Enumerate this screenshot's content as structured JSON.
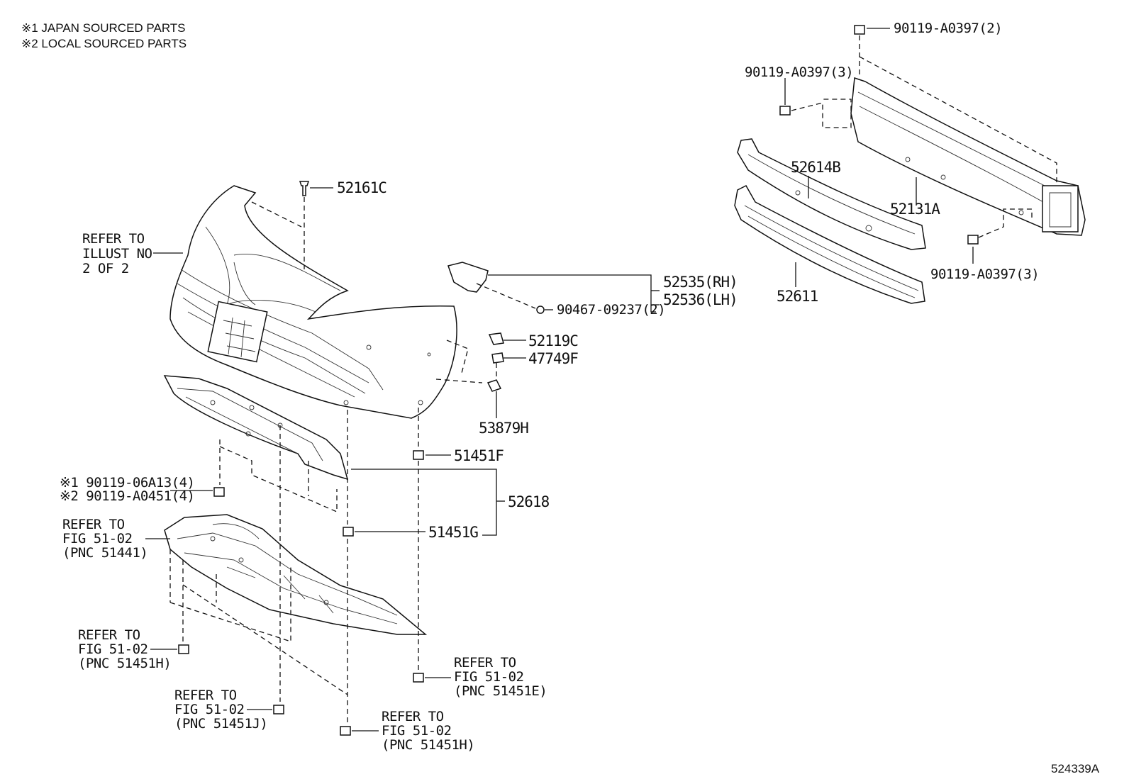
{
  "notes": {
    "n1": "※1 JAPAN SOURCED PARTS",
    "n2": "※2 LOCAL SOURCED PARTS"
  },
  "illustration_number": "524339A",
  "parts": {
    "p52161C": "52161C",
    "p52535": "52535(RH)",
    "p52536": "52536(LH)",
    "p90467": "90467-09237(2)",
    "p52119C": "52119C",
    "p47749F": "47749F",
    "p53879H": "53879H",
    "p51451F": "51451F",
    "p52618": "52618",
    "p51451G": "51451G",
    "p90119_06A13": "※1 90119-06A13(4)",
    "p90119_A0451": "※2 90119-A0451(4)",
    "p90119_top": "90119-A0397(2)",
    "p90119_left": "90119-A0397(3)",
    "p90119_right": "90119-A0397(3)",
    "p52614B": "52614B",
    "p52131A": "52131A",
    "p52611": "52611"
  },
  "refs": {
    "illust": [
      "REFER TO",
      "ILLUST NO",
      "2 OF 2"
    ],
    "r51441": [
      "REFER TO",
      "FIG 51-02",
      "(PNC 51441)"
    ],
    "r51451H_a": [
      "REFER TO",
      "FIG 51-02",
      "(PNC 51451H)"
    ],
    "r51451J": [
      "REFER TO",
      "FIG 51-02",
      "(PNC 51451J)"
    ],
    "r51451H_b": [
      "REFER TO",
      "FIG 51-02",
      "(PNC 51451H)"
    ],
    "r51451E": [
      "REFER TO",
      "FIG 51-02",
      "(PNC 51451E)"
    ]
  }
}
